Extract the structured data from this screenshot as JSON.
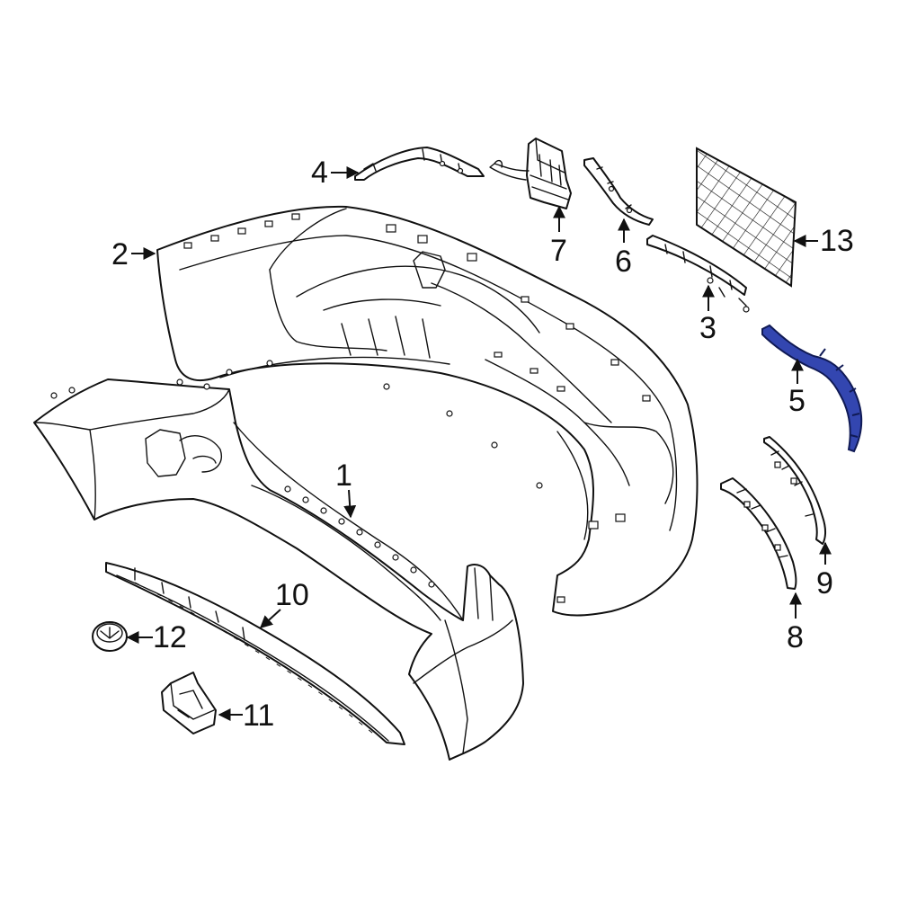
{
  "diagram": {
    "highlight_color": "#3346b0",
    "callouts": [
      {
        "id": "c1",
        "label": "1"
      },
      {
        "id": "c2",
        "label": "2"
      },
      {
        "id": "c3",
        "label": "3"
      },
      {
        "id": "c4",
        "label": "4"
      },
      {
        "id": "c5",
        "label": "5"
      },
      {
        "id": "c6",
        "label": "6"
      },
      {
        "id": "c7",
        "label": "7"
      },
      {
        "id": "c8",
        "label": "8"
      },
      {
        "id": "c9",
        "label": "9"
      },
      {
        "id": "c10",
        "label": "10"
      },
      {
        "id": "c11",
        "label": "11"
      },
      {
        "id": "c12",
        "label": "12"
      },
      {
        "id": "c13",
        "label": "13"
      }
    ]
  }
}
